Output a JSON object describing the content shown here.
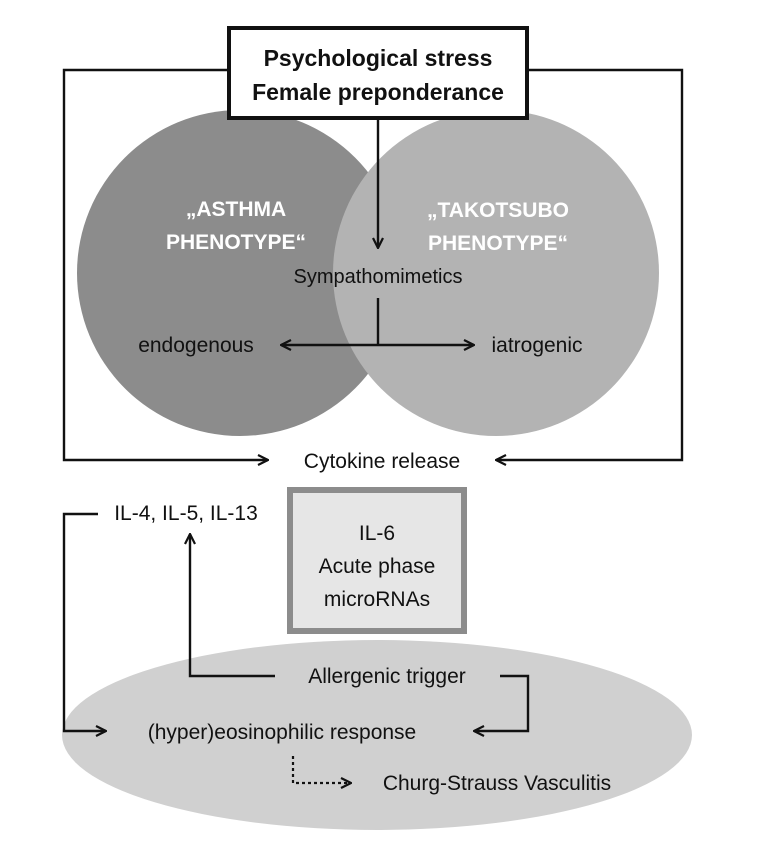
{
  "stress_box": {
    "line1": "Psychological stress",
    "line2": "Female preponderance"
  },
  "asthma": {
    "line1": "„ASTHMA",
    "line2": "PHENOTYPE“"
  },
  "takotsubo": {
    "line1": "„TAKOTSUBO",
    "line2": "PHENOTYPE“"
  },
  "sympathomimetics": "Sympathomimetics",
  "endogenous": "endogenous",
  "iatrogenic": "iatrogenic",
  "cytokine_release": "Cytokine release",
  "interleukins": "IL-4, IL-5, IL-13",
  "il6_box": {
    "line1": "IL-6",
    "line2": "Acute phase",
    "line3": "microRNAs"
  },
  "allergenic_trigger": "Allergenic trigger",
  "eosinophilic_response": "(hyper)eosinophilic response",
  "churg_strauss": "Churg-Strauss Vasculitis",
  "colors": {
    "asthma_circle": "#8c8c8c",
    "takotsubo_circle": "#b3b3b3",
    "bottom_ellipse": "#d0d0d0",
    "il6_fill": "#e6e6e6",
    "il6_border": "#8c8c8c",
    "lines": "#111111"
  }
}
